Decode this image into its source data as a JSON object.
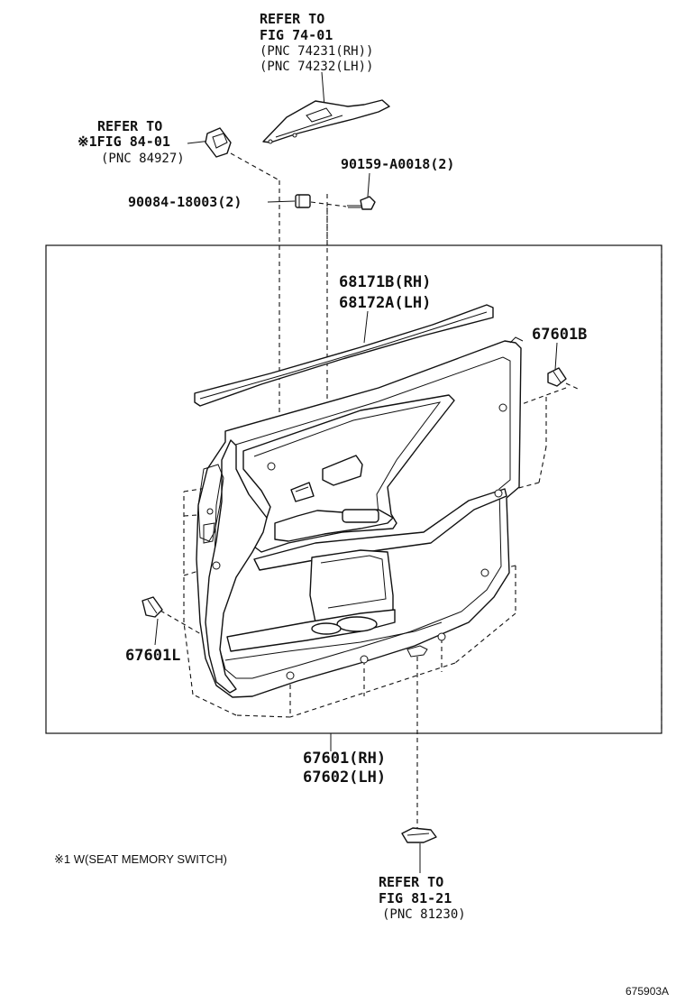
{
  "labels": {
    "refer_fig_74": [
      "REFER TO",
      "FIG 74-01",
      "(PNC 74231(RH))",
      "(PNC 74232(LH))"
    ],
    "refer_fig_84": [
      "REFER TO",
      "※1FIG 84-01",
      "(PNC 84927)"
    ],
    "bolt_90159": "90159-A0018(2)",
    "clip_90084": "90084-18003(2)",
    "weatherstrip": [
      "68171B(RH)",
      "68172A(LH)"
    ],
    "clip_67601B": "67601B",
    "clip_67601L": "67601L",
    "door_panel": [
      "67601(RH)",
      "67602(LH)"
    ],
    "footnote": "※1 W(SEAT MEMORY SWITCH)",
    "refer_fig_81": [
      "REFER TO",
      "FIG 81-21",
      "(PNC 81230)"
    ],
    "figure_code": "675903A"
  }
}
